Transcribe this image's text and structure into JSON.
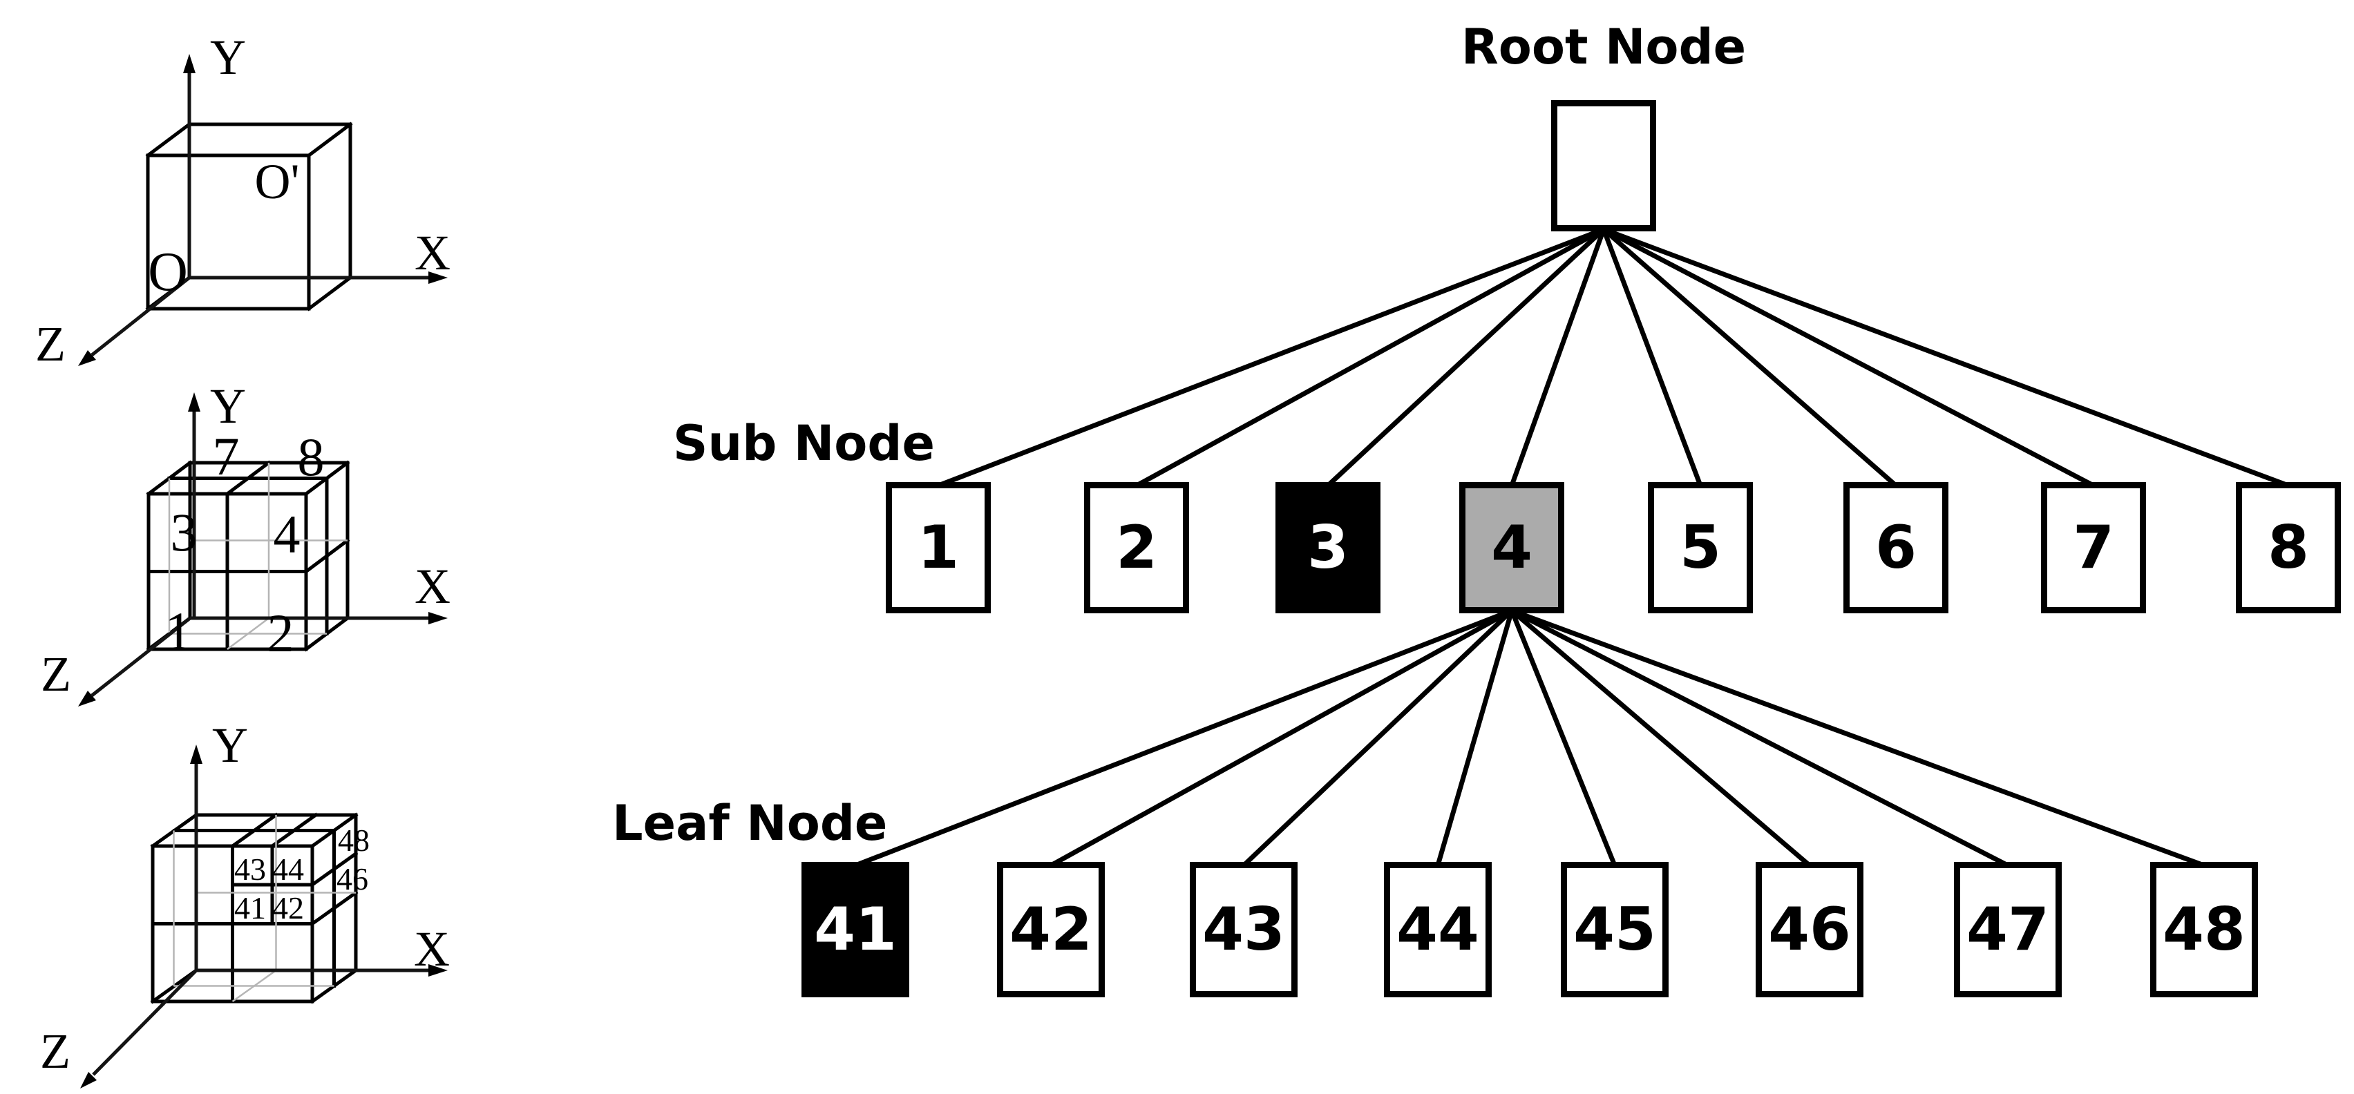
{
  "palette": {
    "ink": "#000000",
    "hidden_edge": "#b5b5b5",
    "node_white": "#ffffff",
    "node_black": "#000000",
    "node_gray": "#ababab"
  },
  "axes": {
    "x": "X",
    "y": "Y",
    "z": "Z"
  },
  "cube1": {
    "origin": "O",
    "far_corner": "O'"
  },
  "cube2": {
    "octant_1": "1",
    "octant_2": "2",
    "octant_3": "3",
    "octant_4": "4",
    "octant_7": "7",
    "octant_8": "8"
  },
  "cube3": {
    "cell_41": "41",
    "cell_42": "42",
    "cell_43": "43",
    "cell_44": "44",
    "cell_46": "46",
    "cell_48": "48"
  },
  "tree": {
    "root_title": "Root Node",
    "sub_title": "Sub Node",
    "leaf_title": "Leaf Node",
    "root": {
      "label": "",
      "bg": "#ffffff",
      "fg": "#000000"
    },
    "sub_nodes": [
      {
        "label": "1",
        "bg": "#ffffff",
        "fg": "#000000"
      },
      {
        "label": "2",
        "bg": "#ffffff",
        "fg": "#000000"
      },
      {
        "label": "3",
        "bg": "#000000",
        "fg": "#ffffff"
      },
      {
        "label": "4",
        "bg": "#ababab",
        "fg": "#000000"
      },
      {
        "label": "5",
        "bg": "#ffffff",
        "fg": "#000000"
      },
      {
        "label": "6",
        "bg": "#ffffff",
        "fg": "#000000"
      },
      {
        "label": "7",
        "bg": "#ffffff",
        "fg": "#000000"
      },
      {
        "label": "8",
        "bg": "#ffffff",
        "fg": "#000000"
      }
    ],
    "leaf_nodes": [
      {
        "label": "41",
        "bg": "#000000",
        "fg": "#ffffff"
      },
      {
        "label": "42",
        "bg": "#ffffff",
        "fg": "#000000"
      },
      {
        "label": "43",
        "bg": "#ffffff",
        "fg": "#000000"
      },
      {
        "label": "44",
        "bg": "#ffffff",
        "fg": "#000000"
      },
      {
        "label": "45",
        "bg": "#ffffff",
        "fg": "#000000"
      },
      {
        "label": "46",
        "bg": "#ffffff",
        "fg": "#000000"
      },
      {
        "label": "47",
        "bg": "#ffffff",
        "fg": "#000000"
      },
      {
        "label": "48",
        "bg": "#ffffff",
        "fg": "#000000"
      }
    ]
  }
}
